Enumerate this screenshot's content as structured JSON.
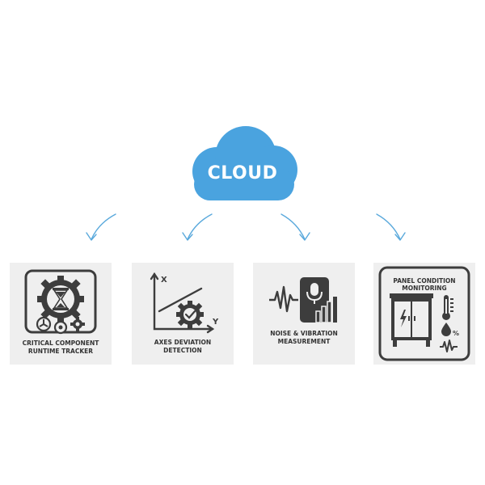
{
  "cloud": {
    "label": "CLOUD",
    "color": "#4aa3df"
  },
  "arrow_color": "#5aa9dc",
  "cards": [
    {
      "icon": "hourglass-gear-icon",
      "label": "CRITICAL COMPONENT\nRUNTIME TRACKER"
    },
    {
      "icon": "axes-deviation-chart-icon",
      "label": "AXES DEVIATION\nDETECTION",
      "axis_x": "X",
      "axis_y": "Y"
    },
    {
      "icon": "microphone-vibration-icon",
      "label": "NOISE & VIBRATION\nMEASUREMENT"
    },
    {
      "icon": "electrical-panel-icon",
      "label": "PANEL CONDITION\nMONITORING",
      "percent_symbol": "%"
    }
  ],
  "icon_color": "#3d3d3d"
}
